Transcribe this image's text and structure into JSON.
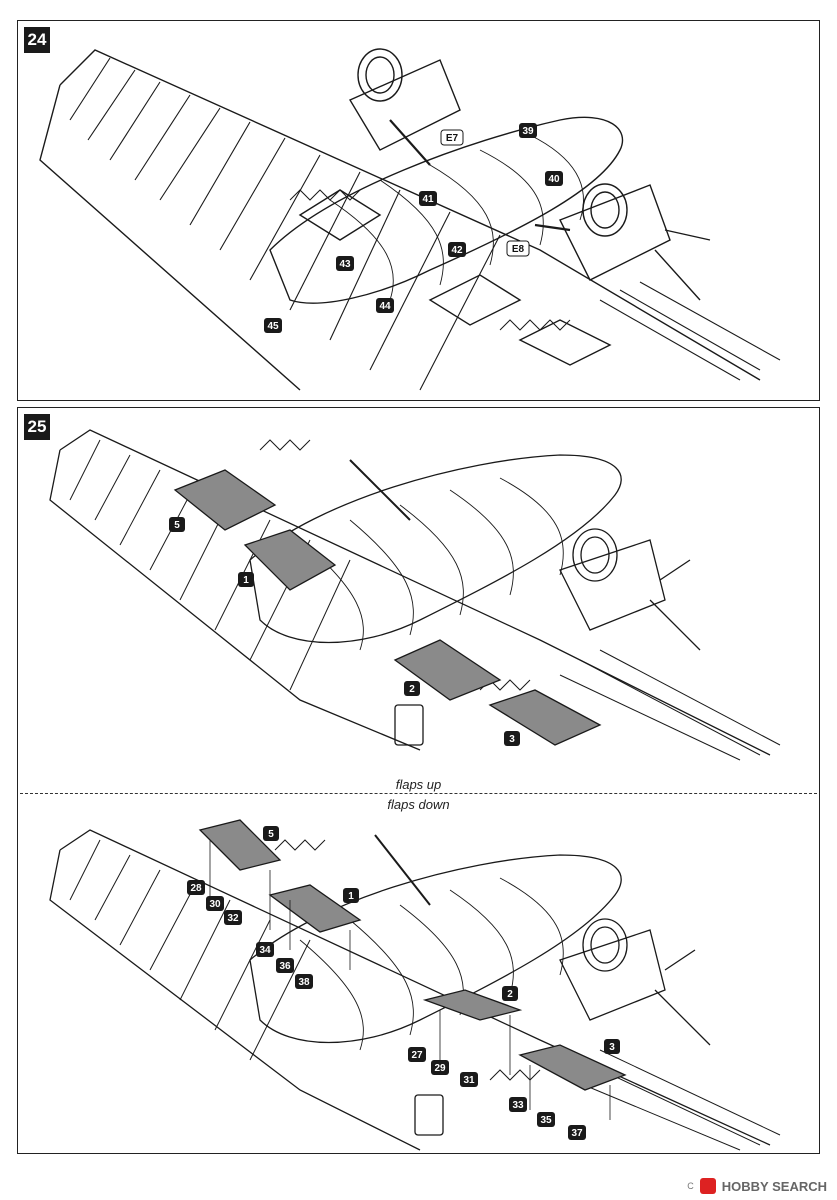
{
  "steps": [
    {
      "number": "24",
      "parts": [
        {
          "id": "E7",
          "style": "outline"
        },
        {
          "id": "E8",
          "style": "outline"
        },
        {
          "id": "39",
          "style": "filled"
        },
        {
          "id": "40",
          "style": "filled"
        },
        {
          "id": "41",
          "style": "filled"
        },
        {
          "id": "42",
          "style": "filled"
        },
        {
          "id": "43",
          "style": "filled"
        },
        {
          "id": "44",
          "style": "filled"
        },
        {
          "id": "45",
          "style": "filled"
        }
      ]
    },
    {
      "number": "25",
      "flaps_up_parts": [
        "1",
        "2",
        "3",
        "5"
      ],
      "flaps_down_parts": [
        "1",
        "2",
        "3",
        "5",
        "27",
        "28",
        "29",
        "30",
        "31",
        "32",
        "33",
        "34",
        "35",
        "36",
        "37",
        "38"
      ]
    }
  ],
  "labels": {
    "flaps_up": "flaps up",
    "flaps_down": "flaps down"
  },
  "watermark": {
    "brand": "HOBBY SEARCH",
    "copyright": "C"
  },
  "colors": {
    "flap_fill": "#8a8a8a",
    "line": "#1a1a1a"
  }
}
